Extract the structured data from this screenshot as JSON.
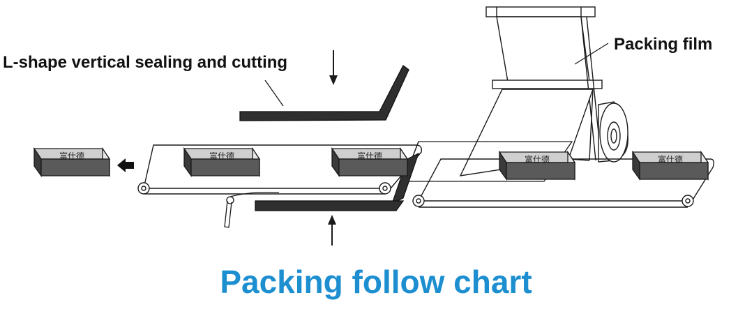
{
  "labels": {
    "sealing": "L-shape vertical sealing and cutting",
    "film": "Packing film",
    "title": "Packing follow chart"
  },
  "box_text": "富仕德",
  "colors": {
    "title": "#1d8fd0",
    "line": "#1a1a1a",
    "sealer": "#2e2e2e",
    "box_top": "#c9c9c9",
    "box_front": "#575757",
    "box_side": "#e4e4e4"
  }
}
